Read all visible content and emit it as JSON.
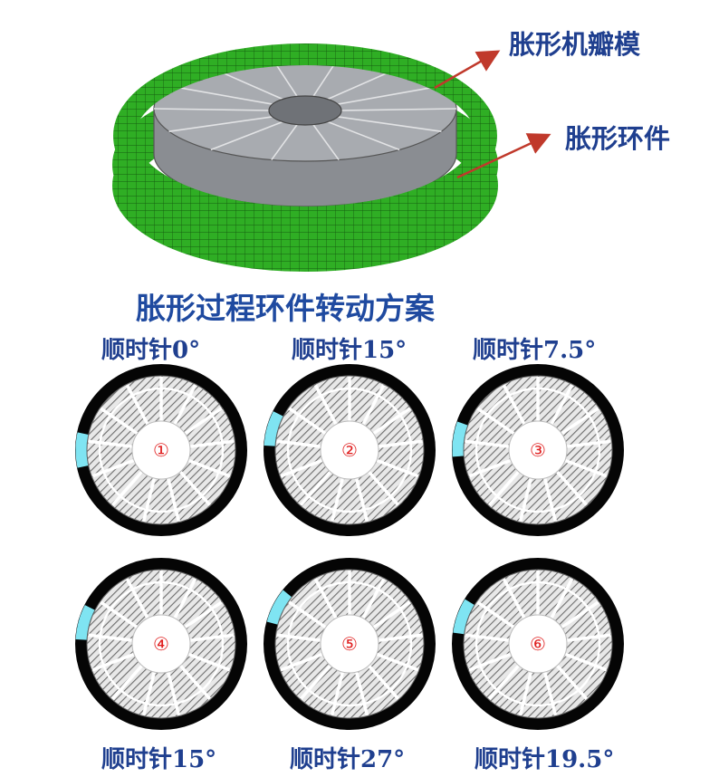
{
  "top_figure": {
    "label_segments": "胀形机瓣模",
    "label_ring": "胀形环件",
    "colors": {
      "ring": "#2fae24",
      "ring_dark": "#1e7b17",
      "segments": "#8a8d92",
      "segments_light": "#a8abb0",
      "arrow": "#c0392b"
    }
  },
  "title": "胀形过程环件转动方案",
  "colors": {
    "text": "#1f3f8f",
    "ring": "#050505",
    "highlight": "#7fe4f2",
    "number": "#e02020"
  },
  "panels": [
    {
      "number": "①",
      "caption": "顺时针0°",
      "rotation_deg": 0
    },
    {
      "number": "②",
      "caption": "顺时针15°",
      "rotation_deg": 15
    },
    {
      "number": "③",
      "caption": "顺时针7.5°",
      "rotation_deg": 7.5
    },
    {
      "number": "④",
      "caption": "顺时针15°",
      "rotation_deg": 15
    },
    {
      "number": "⑤",
      "caption": "顺时针27°",
      "rotation_deg": 27
    },
    {
      "number": "⑥",
      "caption": "顺时针19.5°",
      "rotation_deg": 19.5
    }
  ]
}
